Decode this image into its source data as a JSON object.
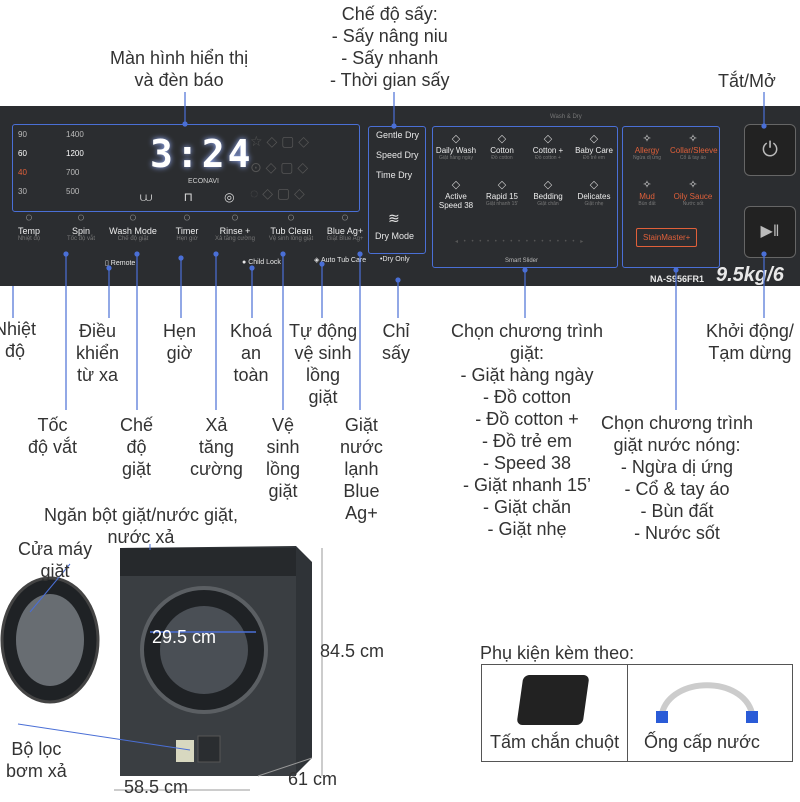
{
  "top_labels": {
    "display": [
      "Màn hình hiển thị",
      "và đèn báo"
    ],
    "dry_modes": [
      "Chế độ sấy:",
      "- Sấy nâng niu",
      "- Sấy nhanh",
      "- Thời gian sấy"
    ],
    "power": "Tắt/Mở"
  },
  "panel": {
    "time": "3:24",
    "econavi": "ECONAVI",
    "temps": [
      "90",
      "60",
      "40",
      "30"
    ],
    "spins": [
      "1400",
      "1200",
      "700",
      "500"
    ],
    "buttons": [
      {
        "label": "Temp",
        "sub": "Nhiệt độ"
      },
      {
        "label": "Spin",
        "sub": "Tốc độ vắt"
      },
      {
        "label": "Wash Mode",
        "sub": "Chế độ giặt"
      },
      {
        "label": "Timer",
        "sub": "Hẹn giờ"
      },
      {
        "label": "Rinse +",
        "sub": "Xả tăng cường"
      },
      {
        "label": "Tub Clean",
        "sub": "Vệ sinh lồng giặt"
      },
      {
        "label": "Blue Ag+",
        "sub": "Giặt Blue Ag+"
      }
    ],
    "remote": "Remote",
    "child_lock": "Child Lock",
    "auto_tub_care": "Auto Tub Care",
    "dry_only": "Dry Only",
    "dry_list": [
      "Gentle Dry",
      "Speed Dry",
      "Time Dry"
    ],
    "dry_mode_btn": "Dry Mode",
    "wash_dry": "Wash & Dry",
    "programs": [
      {
        "label": "Daily Wash",
        "sub": "Giặt hàng ngày"
      },
      {
        "label": "Cotton",
        "sub": "Đồ cotton"
      },
      {
        "label": "Cotton +",
        "sub": "Đồ cotton +"
      },
      {
        "label": "Baby Care",
        "sub": "Đồ trẻ em"
      },
      {
        "label": "Active Speed 38",
        "sub": ""
      },
      {
        "label": "Rapid 15",
        "sub": "Giặt nhanh 15'"
      },
      {
        "label": "Bedding",
        "sub": "Giặt chăn"
      },
      {
        "label": "Delicates",
        "sub": "Giặt nhẹ"
      }
    ],
    "smart_slider": "Smart Slider",
    "hot": [
      {
        "label": "Allergy",
        "sub": "Ngừa dị ứng"
      },
      {
        "label": "Collar/Sleeve",
        "sub": "Cổ & tay áo"
      },
      {
        "label": "Mud",
        "sub": "Bùn đất"
      },
      {
        "label": "Oily Sauce",
        "sub": "Nước sốt"
      }
    ],
    "stainmaster": "StainMaster+",
    "model": "NA-S956FR1",
    "capacity": "9.5kg/6"
  },
  "callouts": {
    "temp": [
      "Nhiệt",
      "độ"
    ],
    "remote": [
      "Điều",
      "khiển",
      "từ xa"
    ],
    "timer": [
      "Hẹn",
      "giờ"
    ],
    "lock": [
      "Khoá",
      "an",
      "toàn"
    ],
    "auto_clean": [
      "Tự động",
      "vệ sinh",
      "lồng",
      "giặt"
    ],
    "dry_only": [
      "Chỉ",
      "sấy"
    ],
    "start": [
      "Khởi động/",
      "Tạm dừng"
    ],
    "spin": [
      "Tốc",
      "độ vắt"
    ],
    "wash_mode": [
      "Chế",
      "độ",
      "giặt"
    ],
    "rinse": [
      "Xả",
      "tăng",
      "cường"
    ],
    "tub_clean": [
      "Vệ",
      "sinh",
      "lồng",
      "giặt"
    ],
    "blue_ag": [
      "Giặt",
      "nước",
      "lạnh",
      "Blue",
      "Ag+"
    ],
    "programs": [
      "Chọn chương trình giặt:",
      "- Giặt hàng ngày",
      "- Đồ cotton",
      "- Đồ cotton +",
      "- Đồ trẻ em",
      "- Speed 38",
      "- Giặt nhanh 15’",
      "- Giặt chăn",
      "- Giặt nhẹ"
    ],
    "hot_water": [
      "Chọn chương trình",
      "giặt nước nóng:",
      "- Ngừa dị ứng",
      "- Cổ & tay áo",
      "- Bùn đất",
      "- Nước sốt"
    ]
  },
  "machine": {
    "detergent": [
      "Ngăn bột giặt/nước giặt,",
      "nước xả"
    ],
    "door": [
      "Cửa máy",
      "giặt"
    ],
    "drum": "29.5 cm",
    "height": "84.5 cm",
    "width": "58.5 cm",
    "depth": "61 cm",
    "filter": [
      "Bộ lọc",
      "bơm xả"
    ]
  },
  "accessories": {
    "title": "Phụ kiện kèm theo:",
    "items": [
      "Tấm chắn chuột",
      "Ống cấp nước"
    ]
  },
  "colors": {
    "panel": "#2b2d30",
    "frame": "#4a6fd6",
    "display_digit": "#ffffff",
    "hot_text": "#e0603a"
  }
}
